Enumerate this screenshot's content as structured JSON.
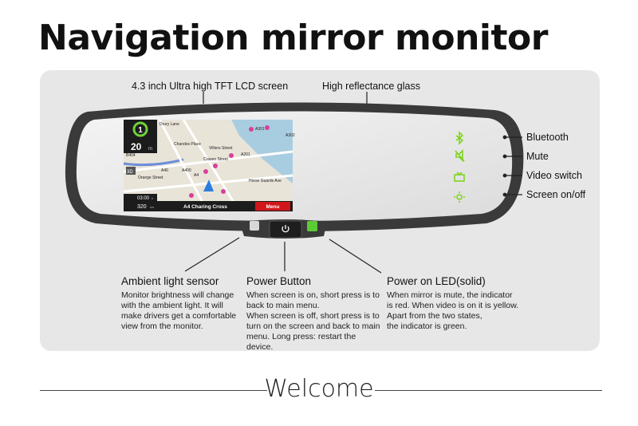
{
  "title": "Navigation mirror monitor",
  "callouts": {
    "screen": "4.3 inch Ultra high TFT LCD screen",
    "glass": "High reflectance glass",
    "bluetooth": "Bluetooth",
    "mute": "Mute",
    "video": "Video switch",
    "screen_onoff": "Screen on/off"
  },
  "features": [
    {
      "title": "Ambient light sensor",
      "lines": [
        "Monitor brightness will change",
        "with the ambient light. It will",
        "make drivers get a comfortable",
        "view from the monitor."
      ]
    },
    {
      "title": "Power Button",
      "lines": [
        "When screen is on, short press is to",
        "back to main menu.",
        "When screen is off, short press is to",
        "turn on the screen and back to main",
        "menu. Long press: restart the",
        "device."
      ]
    },
    {
      "title": "Power on LED(solid)",
      "lines": [
        "When mirror is mute, the indicator",
        "is red. When video is on it is yellow.",
        "Apart from the two states,",
        "the indicator is green."
      ]
    }
  ],
  "nav_screen": {
    "turn_number": "1",
    "distance": "20",
    "distance_unit": "m",
    "time": "03:00",
    "time_unit": "h",
    "remaining": "320",
    "remaining_unit": "km",
    "street": "A4  Charing Cross",
    "menu": "Menu",
    "view_mode": "3D",
    "map_labels": [
      "Drury Lane",
      "Chandos Place",
      "Villiers Street",
      "A201",
      "B404",
      "A400",
      "A40",
      "A4",
      "Orange Street",
      "A301",
      "Horse Guards Ave",
      "A302",
      "Craven Street"
    ]
  },
  "colors": {
    "panel": "#e7e7e7",
    "mirror": "#3a3a3a",
    "icons": "#7ed321",
    "led": "#5cc936",
    "menu": "#d0161b"
  },
  "footer": "Welcome"
}
